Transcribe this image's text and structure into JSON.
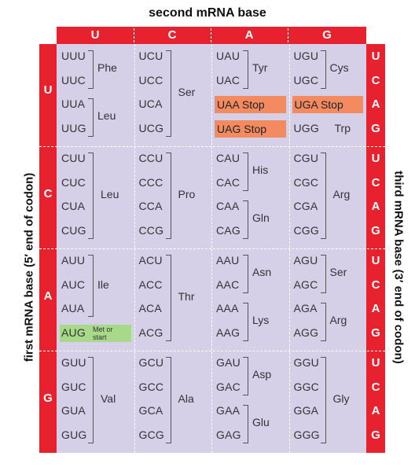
{
  "titles": {
    "top": "second mRNA base",
    "left": "first mRNA base   (5′ end of codon)",
    "right": "third mRNA base   (3′ end of codon)"
  },
  "columns": [
    "U",
    "C",
    "A",
    "G"
  ],
  "rows": [
    "U",
    "C",
    "A",
    "G"
  ],
  "third_bases": [
    "U",
    "C",
    "A",
    "G"
  ],
  "colors": {
    "header_red": "#e8212e",
    "cell_lavender": "#d5d0e8",
    "stop_orange": "#f48a60",
    "start_green": "#a8d88a"
  },
  "blocks": [
    [
      {
        "codons": [
          "UUU",
          "UUC",
          "UUA",
          "UUG"
        ],
        "groups": [
          {
            "from": 0,
            "to": 1,
            "aa": "Phe"
          },
          {
            "from": 2,
            "to": 3,
            "aa": "Leu"
          }
        ]
      },
      {
        "codons": [
          "UCU",
          "UCC",
          "UCA",
          "UCG"
        ],
        "groups": [
          {
            "from": 0,
            "to": 3,
            "aa": "Ser"
          }
        ]
      },
      {
        "codons": [
          "UAU",
          "UAC",
          "UAA",
          "UAG"
        ],
        "groups": [
          {
            "from": 0,
            "to": 1,
            "aa": "Tyr"
          }
        ],
        "stops": [
          {
            "index": 2,
            "text": "UAA Stop"
          },
          {
            "index": 3,
            "text": "UAG Stop"
          }
        ]
      },
      {
        "codons": [
          "UGU",
          "UGC",
          "UGA",
          "UGG"
        ],
        "groups": [
          {
            "from": 0,
            "to": 1,
            "aa": "Cys"
          }
        ],
        "stops": [
          {
            "index": 2,
            "text": "UGA Stop"
          }
        ],
        "single": [
          {
            "index": 3,
            "aa": "Trp"
          }
        ]
      }
    ],
    [
      {
        "codons": [
          "CUU",
          "CUC",
          "CUA",
          "CUG"
        ],
        "groups": [
          {
            "from": 0,
            "to": 3,
            "aa": "Leu"
          }
        ]
      },
      {
        "codons": [
          "CCU",
          "CCC",
          "CCA",
          "CCG"
        ],
        "groups": [
          {
            "from": 0,
            "to": 3,
            "aa": "Pro"
          }
        ]
      },
      {
        "codons": [
          "CAU",
          "CAC",
          "CAA",
          "CAG"
        ],
        "groups": [
          {
            "from": 0,
            "to": 1,
            "aa": "His"
          },
          {
            "from": 2,
            "to": 3,
            "aa": "Gln"
          }
        ]
      },
      {
        "codons": [
          "CGU",
          "CGC",
          "CGA",
          "CGG"
        ],
        "groups": [
          {
            "from": 0,
            "to": 3,
            "aa": "Arg"
          }
        ]
      }
    ],
    [
      {
        "codons": [
          "AUU",
          "AUC",
          "AUA",
          "AUG"
        ],
        "groups": [
          {
            "from": 0,
            "to": 2,
            "aa": "Ile"
          }
        ],
        "start": {
          "index": 3,
          "codon": "AUG",
          "label": "Met or start"
        }
      },
      {
        "codons": [
          "ACU",
          "ACC",
          "ACA",
          "ACG"
        ],
        "groups": [
          {
            "from": 0,
            "to": 3,
            "aa": "Thr"
          }
        ]
      },
      {
        "codons": [
          "AAU",
          "AAC",
          "AAA",
          "AAG"
        ],
        "groups": [
          {
            "from": 0,
            "to": 1,
            "aa": "Asn"
          },
          {
            "from": 2,
            "to": 3,
            "aa": "Lys"
          }
        ]
      },
      {
        "codons": [
          "AGU",
          "AGC",
          "AGA",
          "AGG"
        ],
        "groups": [
          {
            "from": 0,
            "to": 1,
            "aa": "Ser"
          },
          {
            "from": 2,
            "to": 3,
            "aa": "Arg"
          }
        ]
      }
    ],
    [
      {
        "codons": [
          "GUU",
          "GUC",
          "GUA",
          "GUG"
        ],
        "groups": [
          {
            "from": 0,
            "to": 3,
            "aa": "Val"
          }
        ]
      },
      {
        "codons": [
          "GCU",
          "GCC",
          "GCA",
          "GCG"
        ],
        "groups": [
          {
            "from": 0,
            "to": 3,
            "aa": "Ala"
          }
        ]
      },
      {
        "codons": [
          "GAU",
          "GAC",
          "GAA",
          "GAG"
        ],
        "groups": [
          {
            "from": 0,
            "to": 1,
            "aa": "Asp"
          },
          {
            "from": 2,
            "to": 3,
            "aa": "Glu"
          }
        ]
      },
      {
        "codons": [
          "GGU",
          "GGC",
          "GGA",
          "GGG"
        ],
        "groups": [
          {
            "from": 0,
            "to": 3,
            "aa": "Gly"
          }
        ]
      }
    ]
  ]
}
